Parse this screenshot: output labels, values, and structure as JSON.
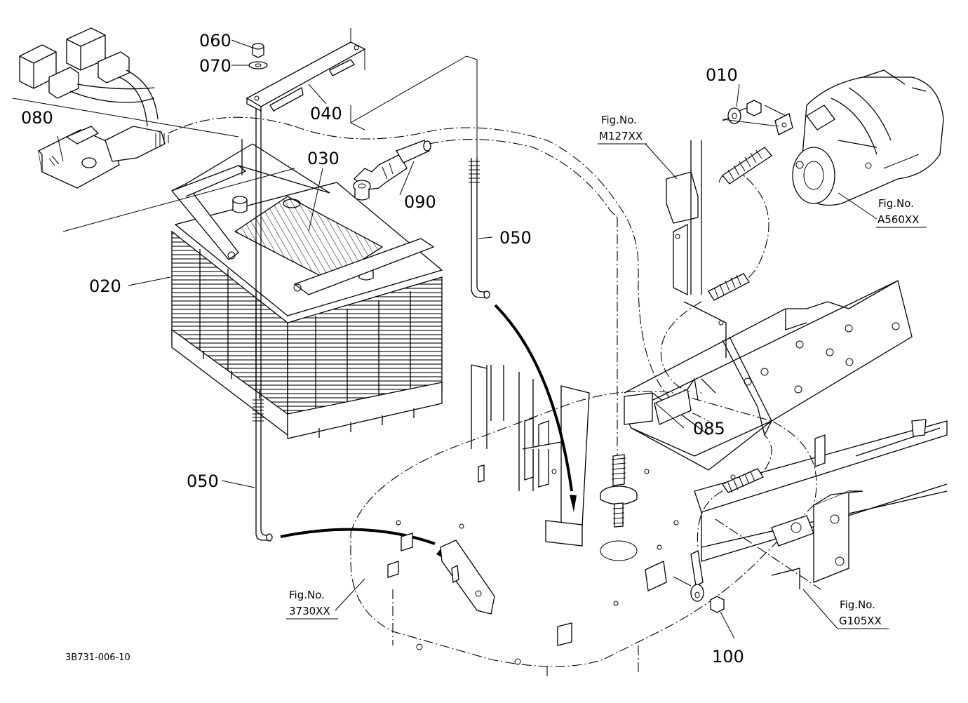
{
  "callouts": {
    "p010": "010",
    "p020": "020",
    "p030": "030",
    "p040": "040",
    "p050_right": "050",
    "p050_left": "050",
    "p060": "060",
    "p070": "070",
    "p080": "080",
    "p085": "085",
    "p090": "090",
    "p100": "100"
  },
  "figure_refs": {
    "m127": {
      "label": "Fig.No.",
      "code": "M127XX"
    },
    "a560": {
      "label": "Fig.No.",
      "code": "A560XX"
    },
    "f3730": {
      "label": "Fig.No.",
      "code": "3730XX"
    },
    "g105": {
      "label": "Fig.No.",
      "code": "G105XX"
    }
  },
  "drawing_code": "3B731-006-10"
}
